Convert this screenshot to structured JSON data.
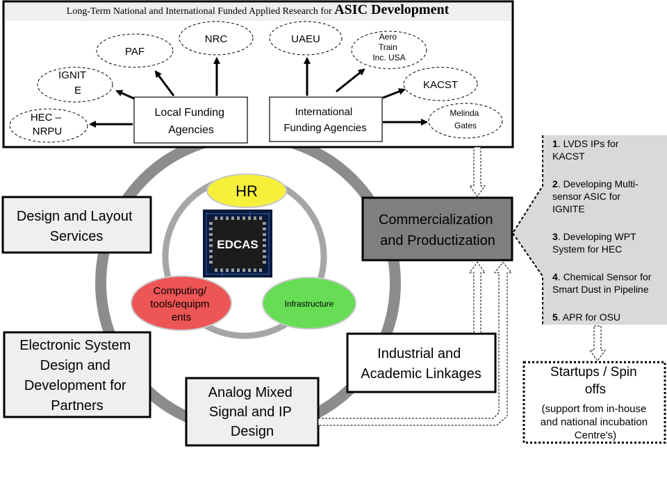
{
  "header": {
    "title_prefix": "Long-Term National and International Funded Applied Research for",
    "title_emphasis": "ASIC Development"
  },
  "funding": {
    "local": {
      "line1": "Local Funding",
      "line2": "Agencies"
    },
    "international": {
      "line1": "International",
      "line2": "Funding Agencies"
    },
    "local_agencies": [
      {
        "name": "hec",
        "lines": [
          "HEC –",
          "NRPU"
        ]
      },
      {
        "name": "ignite",
        "lines": [
          "IGNIT",
          "E"
        ]
      },
      {
        "name": "paf",
        "lines": [
          "PAF"
        ]
      },
      {
        "name": "nrc",
        "lines": [
          "NRC"
        ]
      }
    ],
    "international_agencies": [
      {
        "name": "uaeu",
        "lines": [
          "UAEU"
        ]
      },
      {
        "name": "aerotrain",
        "lines": [
          "Aero",
          "Train",
          "Inc. USA"
        ]
      },
      {
        "name": "kacst",
        "lines": [
          "KACST"
        ]
      },
      {
        "name": "melinda-gates",
        "lines": [
          "Melinda",
          "Gates"
        ]
      }
    ]
  },
  "core": {
    "center_label": "EDCAS",
    "hr": "HR",
    "computing": [
      "Computing/",
      "tools/equipm",
      "ents"
    ],
    "infrastructure": "Infrastructure"
  },
  "services": {
    "design_layout": [
      "Design and Layout",
      "Services"
    ],
    "electronic_system": [
      "Electronic System",
      "Design and",
      "Development for",
      "Partners"
    ],
    "analog": [
      "Analog Mixed",
      "Signal and IP",
      "Design"
    ],
    "industrial": [
      "Industrial and",
      "Academic Linkages"
    ],
    "commercialization": [
      "Commercialization",
      "and Productization"
    ]
  },
  "projects": [
    {
      "num": "1",
      "lines": [
        ". LVDS IPs for",
        "KACST"
      ]
    },
    {
      "num": "2",
      "lines": [
        ". Developing  Multi-",
        "sensor ASIC for",
        "IGNITE"
      ]
    },
    {
      "num": "3",
      "lines": [
        ". Developing  WPT",
        "System for HEC"
      ]
    },
    {
      "num": "4",
      "lines": [
        ". Chemical  Sensor for",
        "Smart Dust in Pipeline"
      ]
    },
    {
      "num": "5",
      "lines": [
        ". APR for OSU"
      ]
    }
  ],
  "startups": {
    "title": [
      "Startups / Spin",
      "offs"
    ],
    "note": [
      "(support from in-house",
      "and national incubation",
      "Centre's)"
    ]
  },
  "colors": {
    "hr": "#f5f03a",
    "computing": "#ee5555",
    "infrastructure": "#66dd55",
    "commercialization": "#7f7f7f",
    "ring_outer": "#8c8c8c",
    "ring_inner": "#a6a6a6",
    "box_fill": "#efefef",
    "header_fill": "#efefef",
    "projects_fill": "#d9d9d9"
  }
}
